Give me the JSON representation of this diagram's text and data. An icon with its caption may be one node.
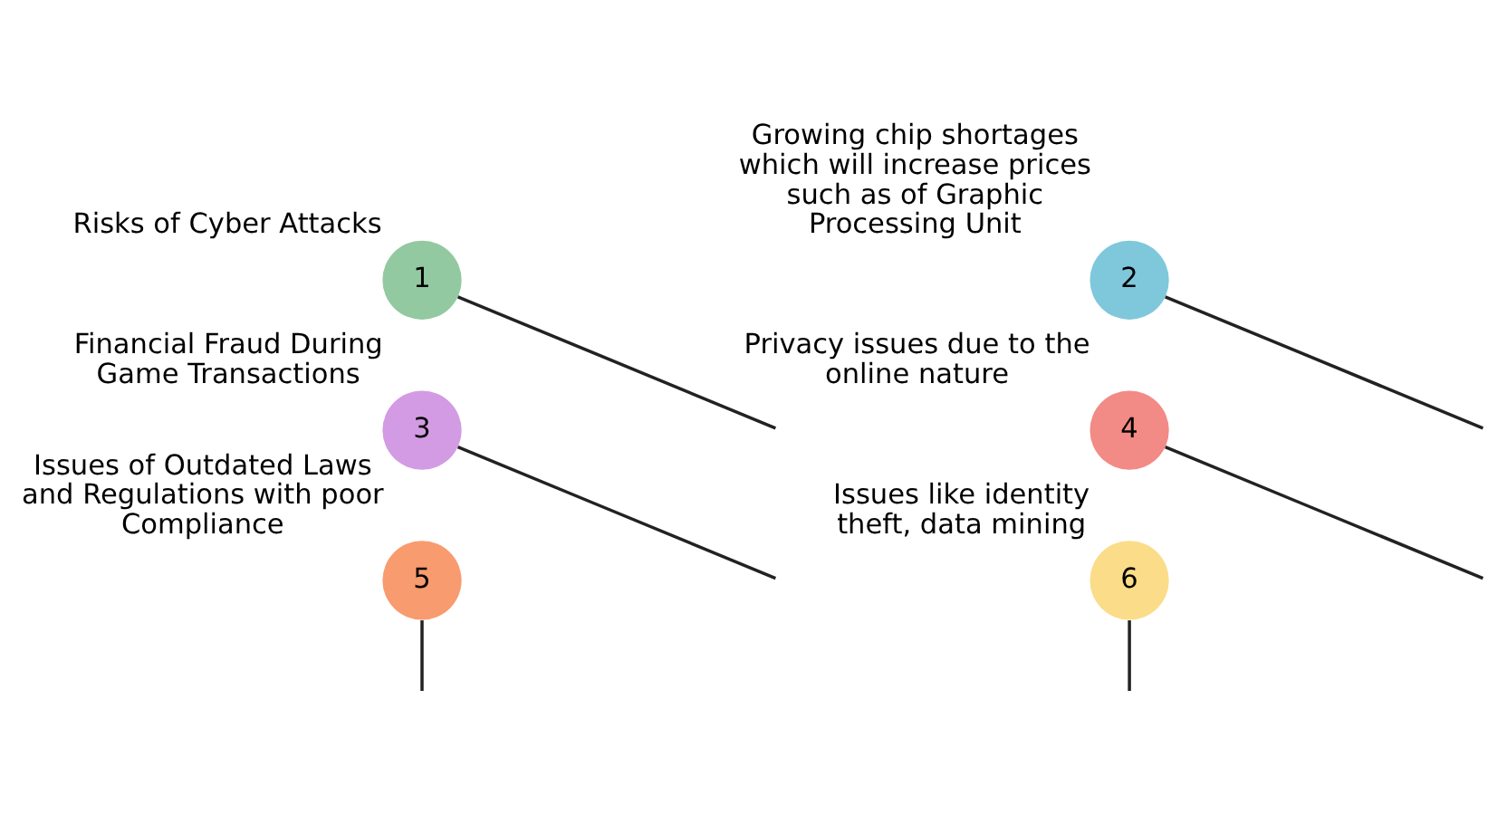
{
  "diagram": {
    "nodes": [
      {
        "text": [
          "1"
        ],
        "beside": [
          "Risks of Cyber Attacks"
        ]
      },
      {
        "text": [
          "2"
        ],
        "beside": [
          "Growing chip shortages which will increase prices such as of Graphic Processing Unit"
        ]
      },
      {
        "text": [
          "3"
        ],
        "beside": [
          "Financial Fraud During Game Transactions"
        ]
      },
      {
        "text": [
          "4"
        ],
        "beside": [
          "Privacy issues due to the online nature"
        ]
      },
      {
        "text": [
          "5"
        ],
        "beside": [
          "Issues of Outdated Laws and Regulations with poor Compliance"
        ]
      },
      {
        "text": [
          "6"
        ],
        "beside": [
          "Issues like identity theft, data mining"
        ]
      }
    ],
    "edges": [
      {
        "from": 0,
        "to": null,
        "arrow": "none"
      },
      {
        "from": 1,
        "to": null,
        "arrow": "none"
      },
      {
        "from": 2,
        "to": null,
        "arrow": "none"
      },
      {
        "from": 3,
        "to": null,
        "arrow": "none"
      },
      {
        "from": 4,
        "to": null,
        "arrow": "none"
      },
      {
        "from": 5,
        "to": null,
        "arrow": "none"
      }
    ]
  }
}
